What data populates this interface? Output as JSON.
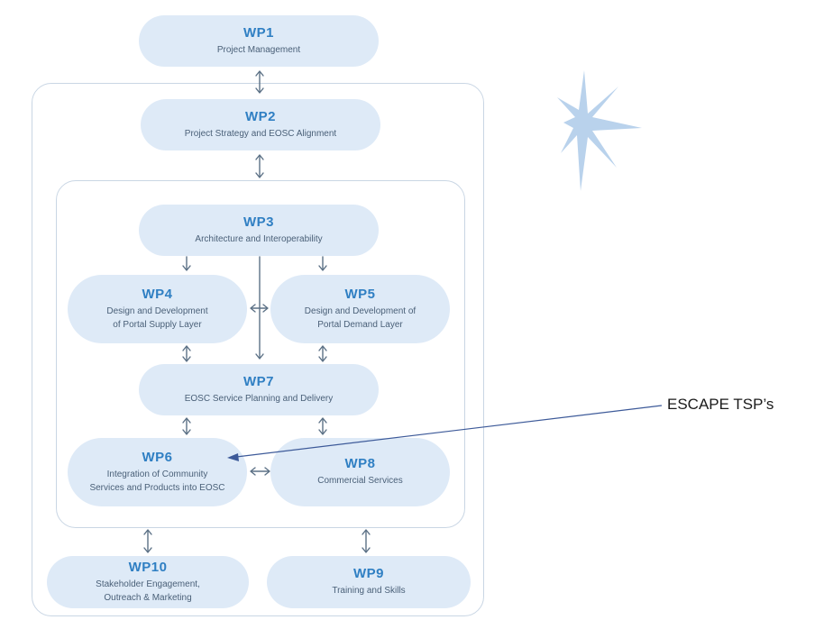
{
  "workpackages": {
    "wp1": {
      "title": "WP1",
      "desc": "Project Management"
    },
    "wp2": {
      "title": "WP2",
      "desc": "Project Strategy and EOSC Alignment"
    },
    "wp3": {
      "title": "WP3",
      "desc": "Architecture and Interoperability"
    },
    "wp4": {
      "title": "WP4",
      "desc": "Design and Development\nof Portal Supply Layer"
    },
    "wp5": {
      "title": "WP5",
      "desc": "Design and Development of\nPortal Demand Layer"
    },
    "wp7": {
      "title": "WP7",
      "desc": "EOSC Service Planning and Delivery"
    },
    "wp6": {
      "title": "WP6",
      "desc": "Integration of Community\nServices and Products into EOSC"
    },
    "wp8": {
      "title": "WP8",
      "desc": "Commercial Services"
    },
    "wp10": {
      "title": "WP10",
      "desc": "Stakeholder Engagement,\nOutreach & Marketing"
    },
    "wp9": {
      "title": "WP9",
      "desc": "Training and Skills"
    }
  },
  "annotation": {
    "label": "ESCAPE TSP’s"
  },
  "colors": {
    "box_fill": "#deeaf7",
    "title": "#2f7fc3",
    "desc": "#4a6078",
    "frame": "#c9d6e4",
    "arrow": "#5c7186",
    "pointer": "#3d5a99",
    "star": "#b9d2ec"
  }
}
